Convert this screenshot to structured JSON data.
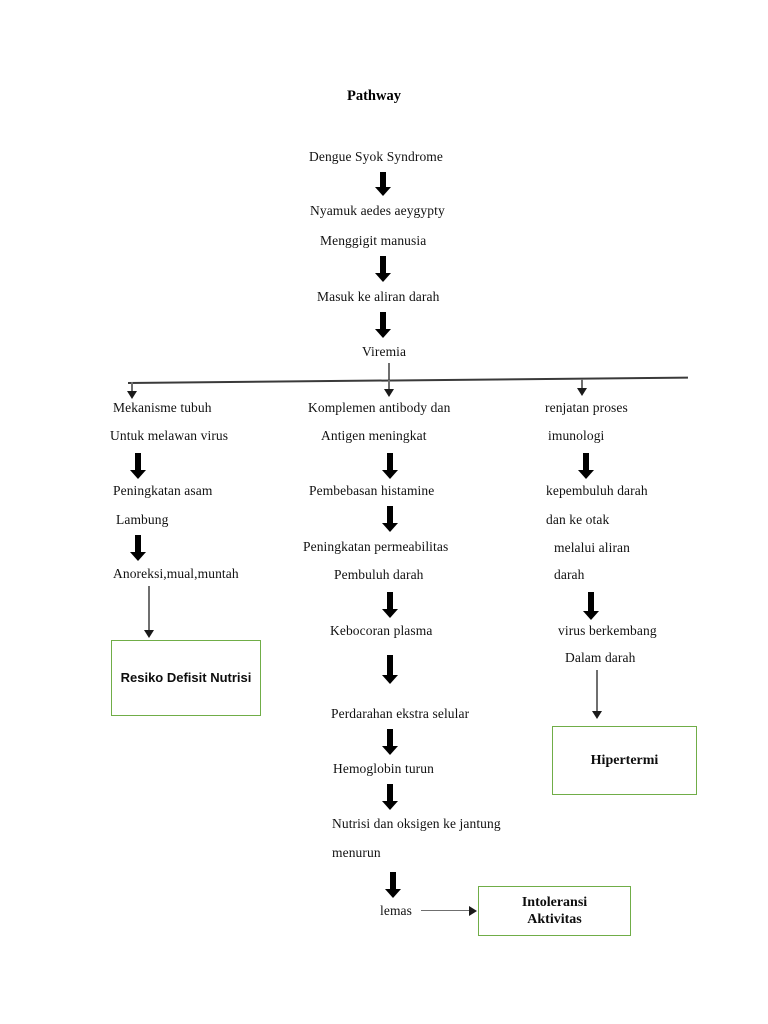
{
  "document": {
    "title": "Pathway",
    "page_background": "#ffffff",
    "accent_box_color": "#70ad47",
    "arrow_color": "#000000",
    "connector_color": "#6f6f6f"
  },
  "chain_main": [
    {
      "id": "dengue",
      "text": "Dengue Syok Syndrome"
    },
    {
      "id": "nyamuk",
      "text": "Nyamuk aedes aeygypty"
    },
    {
      "id": "menggigit",
      "text": "Menggigit manusia"
    },
    {
      "id": "masuk",
      "text": "Masuk ke aliran darah"
    },
    {
      "id": "viremia",
      "text": "Viremia"
    }
  ],
  "branches": {
    "left": {
      "heading_line1": "Mekanisme tubuh",
      "heading_line2": "Untuk melawan virus",
      "steps": [
        {
          "id": "peningkatan-asam",
          "text": "Peningkatan asam"
        },
        {
          "id": "lambung",
          "text": "Lambung"
        },
        {
          "id": "anoreksi",
          "text": "Anoreksi,mual,muntah"
        }
      ],
      "outcome": "Resiko Defisit Nutrisi"
    },
    "middle": {
      "heading_line1": "Komplemen antibody dan",
      "heading_line2": "Antigen meningkat",
      "steps": [
        {
          "id": "histamine",
          "text": "Pembebasan histamine"
        },
        {
          "id": "permeabilitas",
          "text": "Peningkatan permeabilitas"
        },
        {
          "id": "pembuluh",
          "text": "Pembuluh darah"
        },
        {
          "id": "kebocoran",
          "text": "Kebocoran plasma"
        },
        {
          "id": "perdarahan",
          "text": "Perdarahan ekstra selular"
        },
        {
          "id": "hemoglobin",
          "text": "Hemoglobin turun"
        },
        {
          "id": "nutrisi-oksigen",
          "text": "Nutrisi dan oksigen ke jantung"
        },
        {
          "id": "menurun",
          "text": "menurun"
        },
        {
          "id": "lemas",
          "text": "lemas"
        }
      ],
      "outcome_line1": "Intoleransi",
      "outcome_line2": "Aktivitas"
    },
    "right": {
      "heading_line1": "renjatan proses",
      "heading_line2": "imunologi",
      "steps": [
        {
          "id": "kepembuluh",
          "text": "kepembuluh darah"
        },
        {
          "id": "otak",
          "text": "dan ke otak"
        },
        {
          "id": "melalui-aliran",
          "text": "melalui aliran"
        },
        {
          "id": "darah",
          "text": "darah"
        },
        {
          "id": "virus-berkembang",
          "text": "virus berkembang"
        },
        {
          "id": "dalam-darah",
          "text": "Dalam darah"
        }
      ],
      "outcome": "Hipertermi"
    }
  }
}
